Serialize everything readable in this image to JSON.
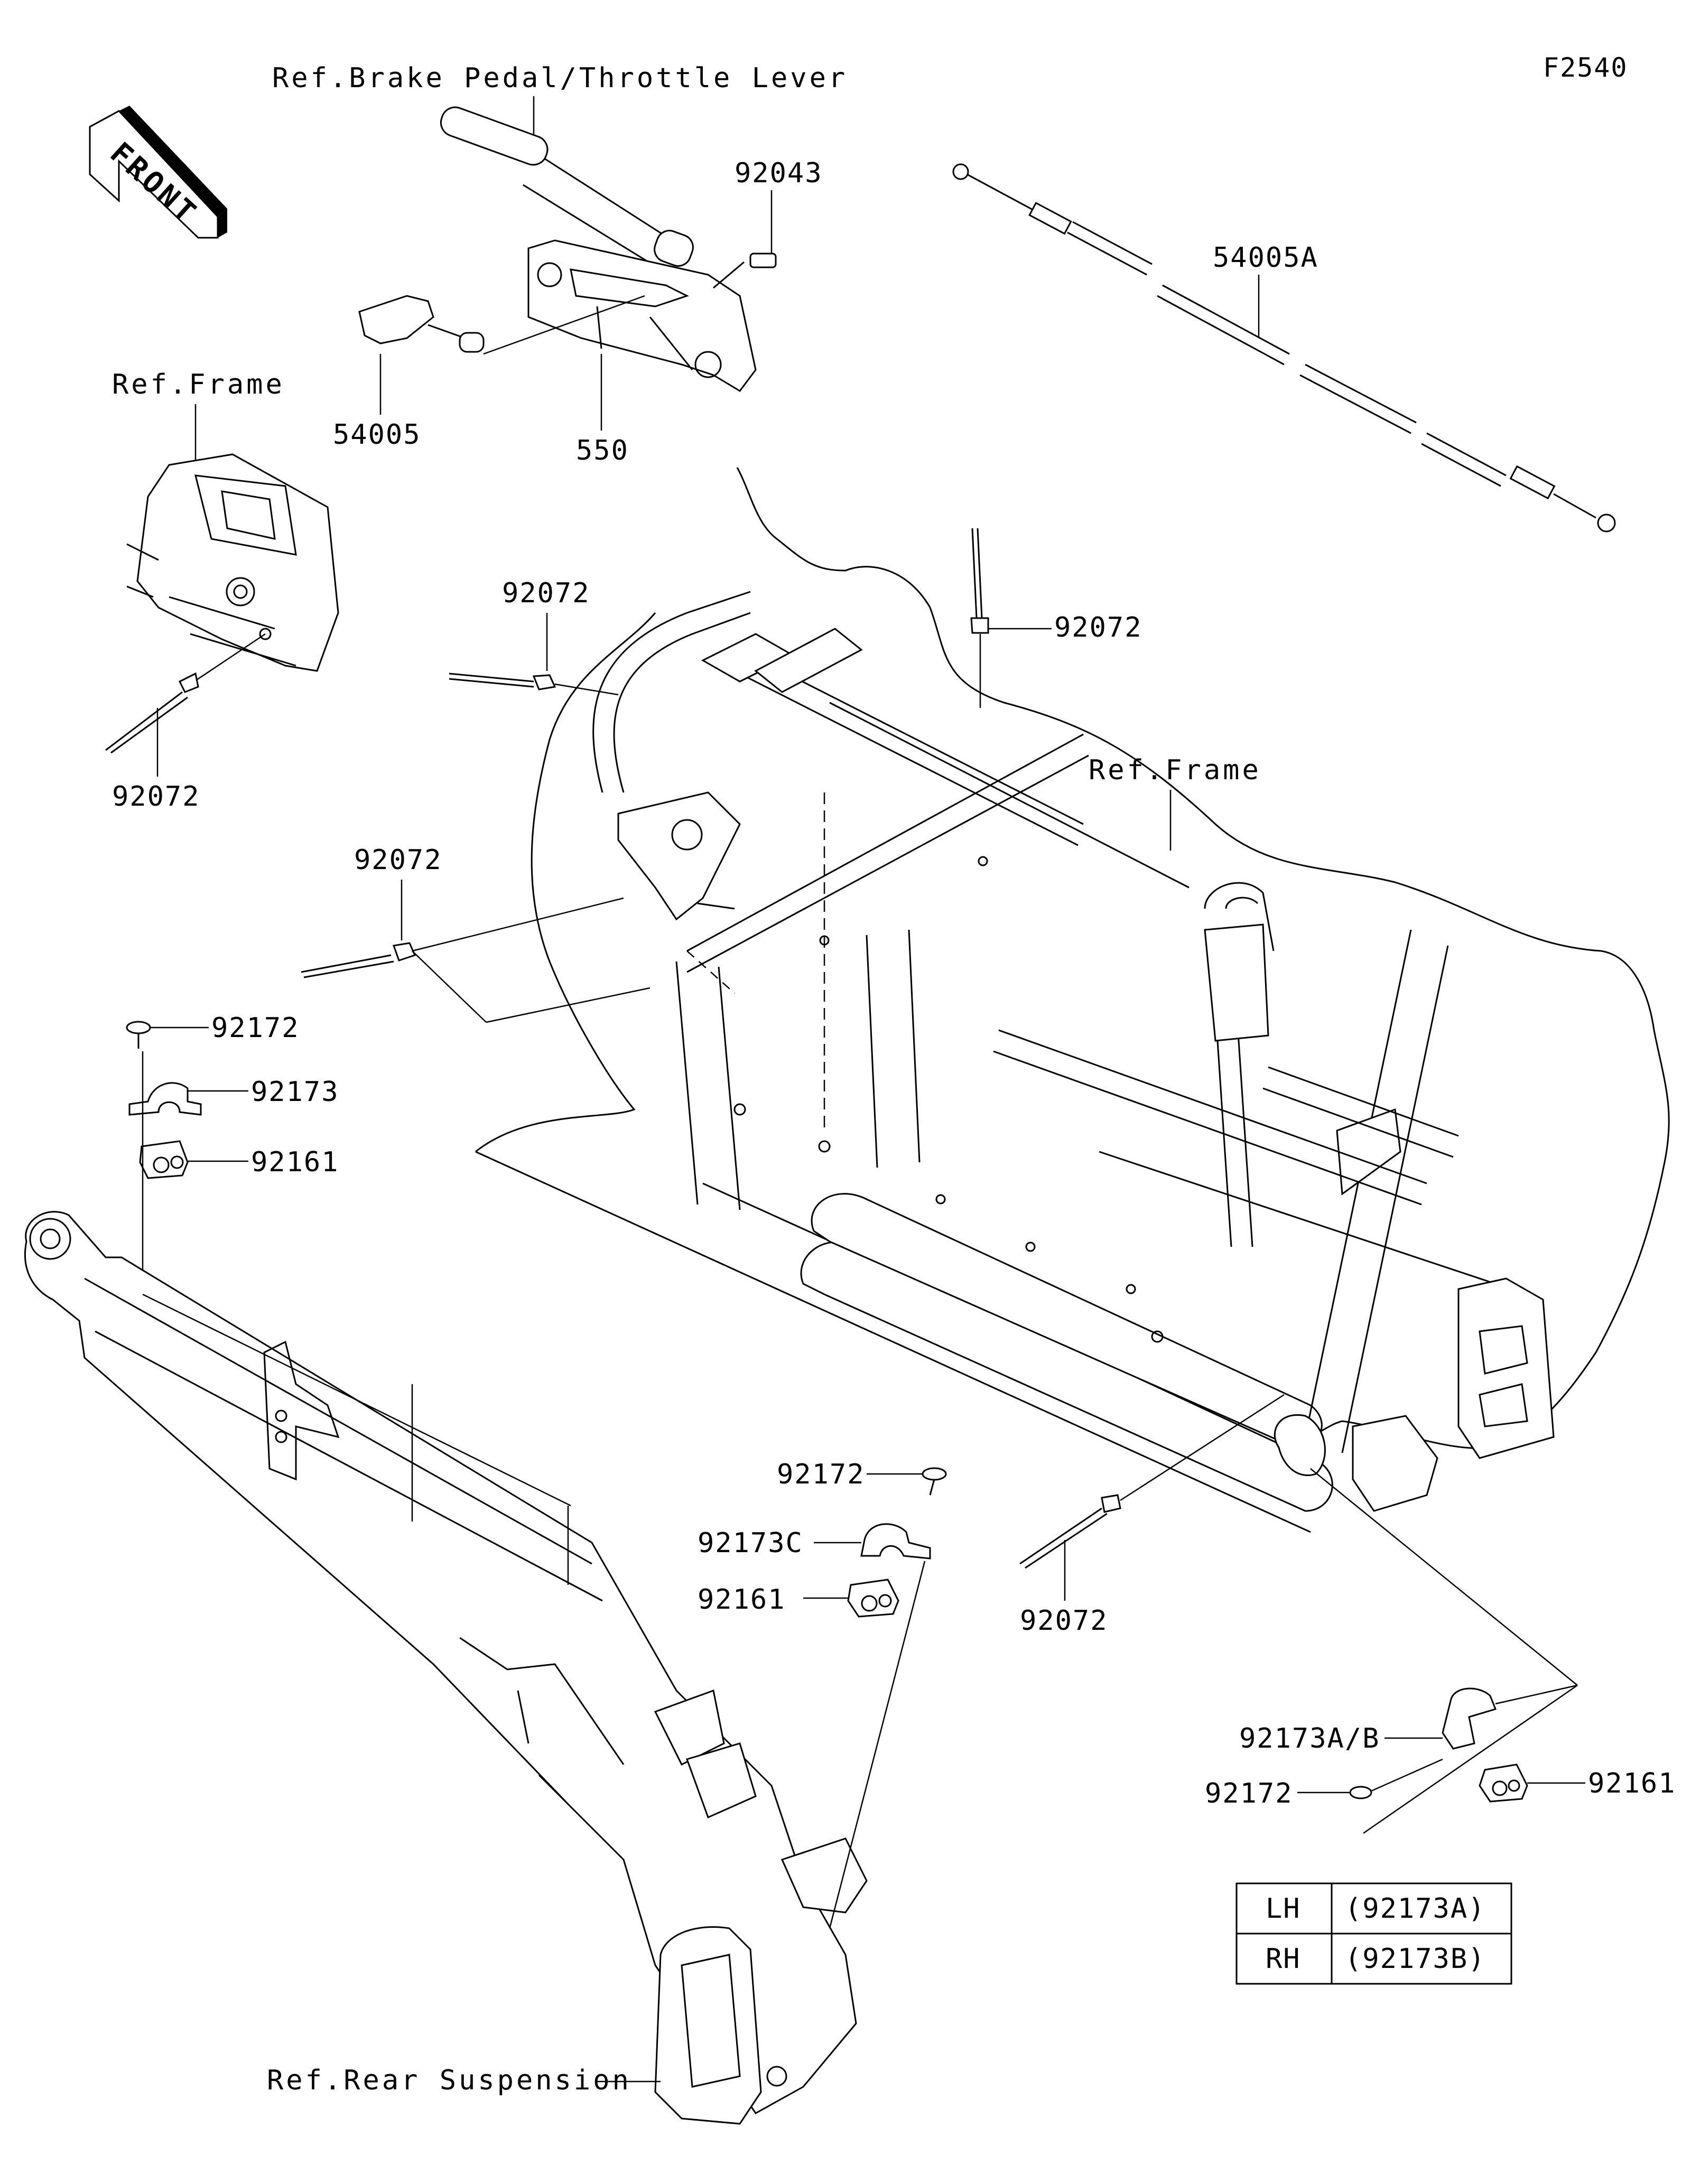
{
  "figure_id": "F2540",
  "front_arrow": "FRONT",
  "refs": {
    "brake_pedal": "Ref.Brake Pedal/Throttle Lever",
    "frame_left": "Ref.Frame",
    "frame_main": "Ref.Frame",
    "rear_suspension": "Ref.Rear Suspension"
  },
  "parts": {
    "p92043": "92043",
    "p54005A": "54005A",
    "p54005": "54005",
    "p550": "550",
    "p92072_a": "92072",
    "p92072_b": "92072",
    "p92072_c": "92072",
    "p92072_d": "92072",
    "p92072_e": "92072",
    "p92172_a": "92172",
    "p92173": "92173",
    "p92161_a": "92161",
    "p92172_b": "92172",
    "p92173C": "92173C",
    "p92161_b": "92161",
    "p92173AB": "92173A/B",
    "p92172_c": "92172",
    "p92161_c": "92161"
  },
  "side_table": {
    "rows": [
      {
        "side": "LH",
        "part": "(92173A)"
      },
      {
        "side": "RH",
        "part": "(92173B)"
      }
    ]
  }
}
